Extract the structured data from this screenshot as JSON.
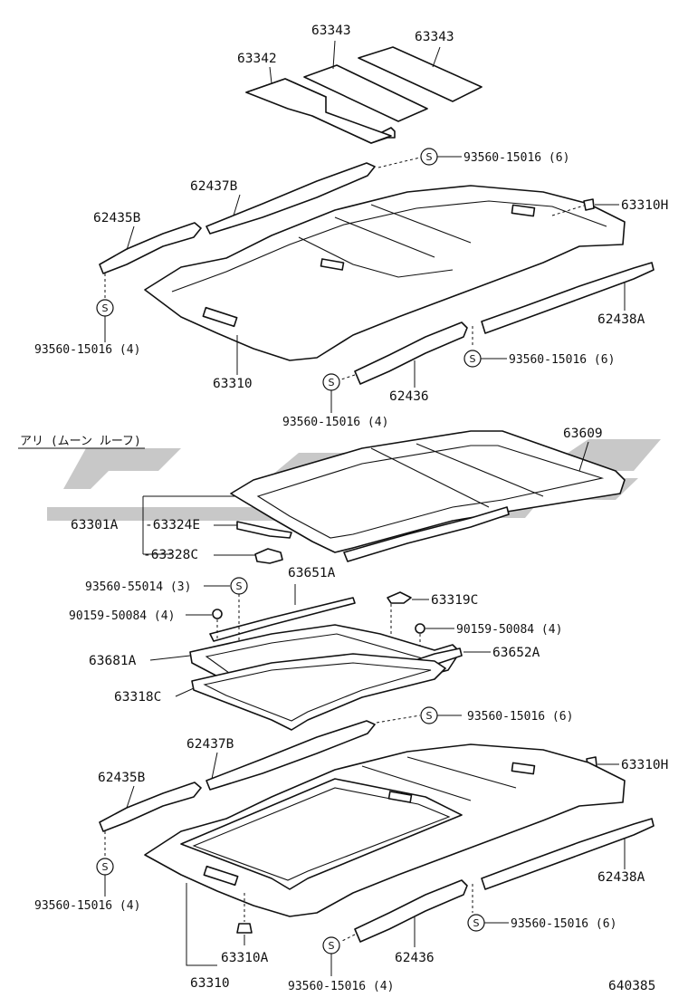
{
  "section_title": "アリ (ムーン ルーフ)",
  "diagram_number": "640385",
  "watermark_color": "#9a9a9a",
  "s_marker": "S",
  "labels": {
    "p63343_a": "63343",
    "p63343_b": "63343",
    "p63342": "63342",
    "bolt_top_right": "93560-15016 (6)",
    "p62437b_top": "62437B",
    "p62435b_top": "62435B",
    "p63310h_top": "63310H",
    "bolt_top_left": "93560-15016 (4)",
    "p62438a_top": "62438A",
    "bolt_mid_right": "93560-15016 (6)",
    "p63310": "63310",
    "p62436_top": "62436",
    "bolt_mid_left": "93560-15016 (4)",
    "p63609": "63609",
    "p63301a": "63301A",
    "p63324e": "-63324E",
    "p63328c": "-63328C",
    "p63651a": "63651A",
    "bolt_55014": "93560-55014 (3)",
    "screw_left": "90159-50084 (4)",
    "p63319c": "63319C",
    "screw_right": "90159-50084 (4)",
    "p63681a": "63681A",
    "p63652a": "63652A",
    "p63318c": "63318C",
    "bolt_low_right": "93560-15016 (6)",
    "p62437b_bot": "62437B",
    "p63310h_bot": "63310H",
    "p62435b_bot": "62435B",
    "p62438a_bot": "62438A",
    "bolt_low_left": "93560-15016 (4)",
    "bolt_low_mid_right": "93560-15016 (6)",
    "p63310a": "63310A",
    "p62436_bot": "62436",
    "p63310_bot": "63310",
    "bolt_bottom": "93560-15016 (4)"
  }
}
